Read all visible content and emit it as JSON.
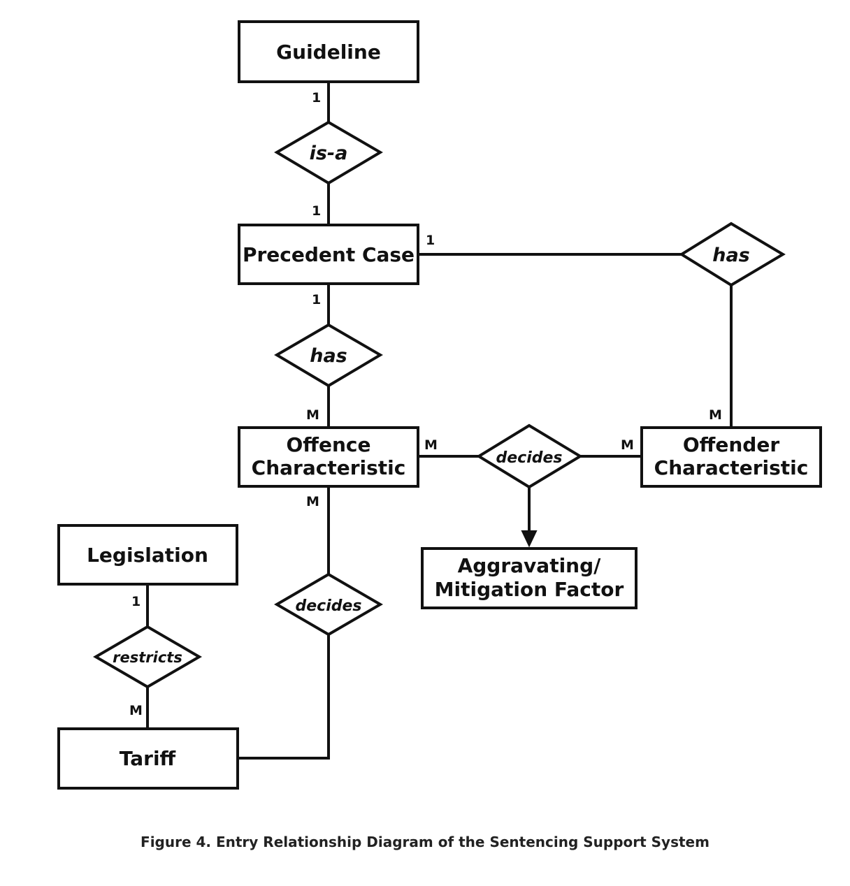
{
  "entities": {
    "guideline": "Guideline",
    "precedent_case": "Precedent Case",
    "offence_characteristic": [
      "Offence",
      "Characteristic"
    ],
    "offender_characteristic": [
      "Offender",
      "Characteristic"
    ],
    "aggravating_factor": [
      "Aggravating/",
      "Mitigation Factor"
    ],
    "legislation": "Legislation",
    "tariff": "Tariff"
  },
  "relationships": {
    "is_a": "is-a",
    "precedent_has_offence": "has",
    "precedent_has_offender": "has",
    "decides_factor": "decides",
    "decides_tariff": "decides",
    "restricts": "restricts"
  },
  "cardinalities": {
    "guideline_is_a": "1",
    "precedent_is_a": "1",
    "precedent_has_offender": "1",
    "precedent_has_offence": "1",
    "offence_has": "M",
    "offender_has": "M",
    "offence_decides_factor": "M",
    "offender_decides_factor": "M",
    "offence_decides_tariff": "M",
    "legislation_restricts": "1",
    "tariff_restricts": "M"
  },
  "caption": "Figure 4. Entry Relationship Diagram of the Sentencing Support System"
}
